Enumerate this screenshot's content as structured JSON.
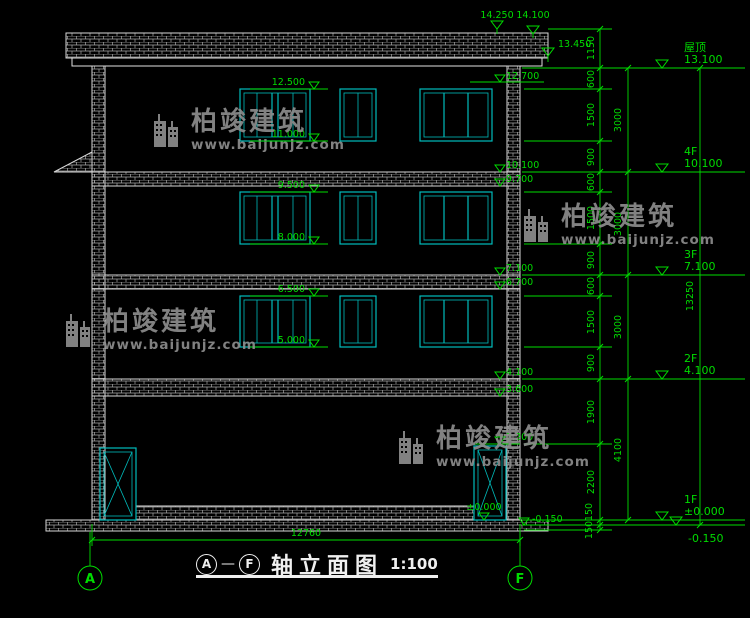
{
  "title": {
    "axis_start": "A",
    "separator": "—",
    "axis_end": "F",
    "name": "轴立面图",
    "scale": "1:100"
  },
  "axis_bubbles": {
    "left": "A",
    "right": "F"
  },
  "watermark": {
    "name": "柏竣建筑",
    "url": "www.baijunjz.com"
  },
  "top_elevations": [
    "14.250",
    "14.100",
    "13.450"
  ],
  "right_dim_chain_small": [
    "1150",
    "600",
    "1500",
    "900",
    "600",
    "1500",
    "900",
    "600",
    "1500",
    "900",
    "1900",
    "2200",
    "150",
    "150"
  ],
  "right_dim_chain_floors": [
    "3000",
    "3000",
    "3000",
    "4100"
  ],
  "right_dim_total": "13250",
  "floor_markers": [
    {
      "name": "屋顶",
      "value": "13.100"
    },
    {
      "name": "4F",
      "value": "10.100"
    },
    {
      "name": "3F",
      "value": "7.100"
    },
    {
      "name": "2F",
      "value": "4.100"
    },
    {
      "name": "1F",
      "value": "±0.000"
    },
    {
      "name": "",
      "value": "-0.150"
    }
  ],
  "left_annotations": [
    "12.500",
    "11.000",
    "9.500",
    "8.000",
    "6.500",
    "5.000"
  ],
  "right_annotations": [
    "12.700",
    "10.100",
    "9.700",
    "7.100",
    "6.700",
    "4.100",
    "3.600",
    "2.200",
    "±0.000",
    "-0.150"
  ],
  "bottom_dimension": "12760",
  "colors": {
    "background": "#000000",
    "dimension_green": "#00dc00",
    "window_teal": "#00bcbc",
    "line_white": "#e2e2e2",
    "watermark_gray": "#8f8f8f"
  }
}
